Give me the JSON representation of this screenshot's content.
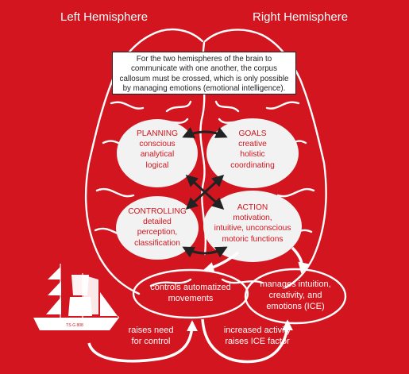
{
  "header": {
    "left_hemisphere": "Left Hemisphere",
    "right_hemisphere": "Right Hemisphere"
  },
  "note": {
    "lines": [
      "For the two hemispheres of the brain to",
      "communicate with one another, the corpus",
      "callosum must be crossed, which is only possible",
      "by managing emotions (emotional intelligence)."
    ]
  },
  "quadrants": {
    "planning": {
      "title": "PLANNING",
      "lines": [
        "conscious",
        "analytical",
        "logical"
      ]
    },
    "goals": {
      "title": "GOALS",
      "lines": [
        "creative",
        "holistic",
        "coordinating"
      ]
    },
    "controlling": {
      "title": "CONTROLLING",
      "lines": [
        "detailed",
        "perception,",
        "classification"
      ]
    },
    "action": {
      "title": "ACTION",
      "lines": [
        "motivation,",
        "intuitive, unconscious",
        "motoric functions"
      ]
    }
  },
  "bottom": {
    "left_ellipse": [
      "controls automatized",
      "movements"
    ],
    "right_ellipse": [
      "manages intuition,",
      "creativity, and",
      "emotions (ICE)"
    ],
    "left_caption": [
      "raises need",
      "for control"
    ],
    "right_caption": [
      "increased activity",
      "raises ICE factor"
    ]
  },
  "ship": {
    "hull_label": "TS·G 808"
  },
  "colors": {
    "background": "#d2151e",
    "outline": "#ffffff",
    "blob_fill": "#f2f2f2",
    "blob_text": "#d2151e",
    "arrow_dark": "#222222"
  }
}
